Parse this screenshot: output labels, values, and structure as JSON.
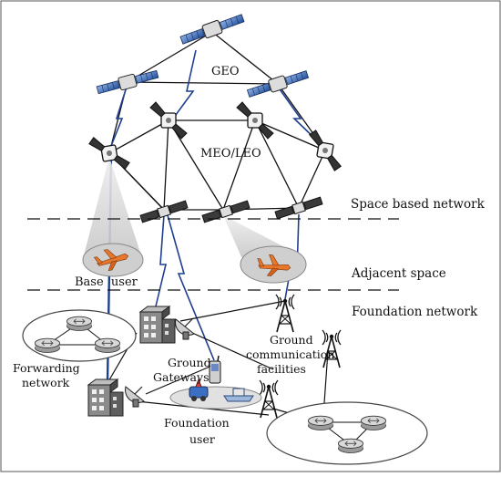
{
  "labels": {
    "geo": "GEO",
    "meo_leo": "MEO/LEO",
    "space_based_network": "Space based network",
    "adjacent_space": "Adjacent space",
    "foundation_network": "Foundation network",
    "base_user": "Base  user",
    "forwarding_network": [
      "Forwarding",
      "network"
    ],
    "ground_gateways": [
      "Ground",
      "Gateways"
    ],
    "ground_comm_facilities": [
      "Ground",
      "communication",
      "facilities"
    ],
    "foundation_user": [
      "Foundation",
      "user"
    ]
  },
  "colors": {
    "satellite_panel": "#2f5fa8",
    "satellite_panel_light": "#7fa6de",
    "link_blue": "#1f3f8f",
    "coverage_cone": "#d8d8d8",
    "building": "#6e6e6e",
    "line": "#111111"
  }
}
